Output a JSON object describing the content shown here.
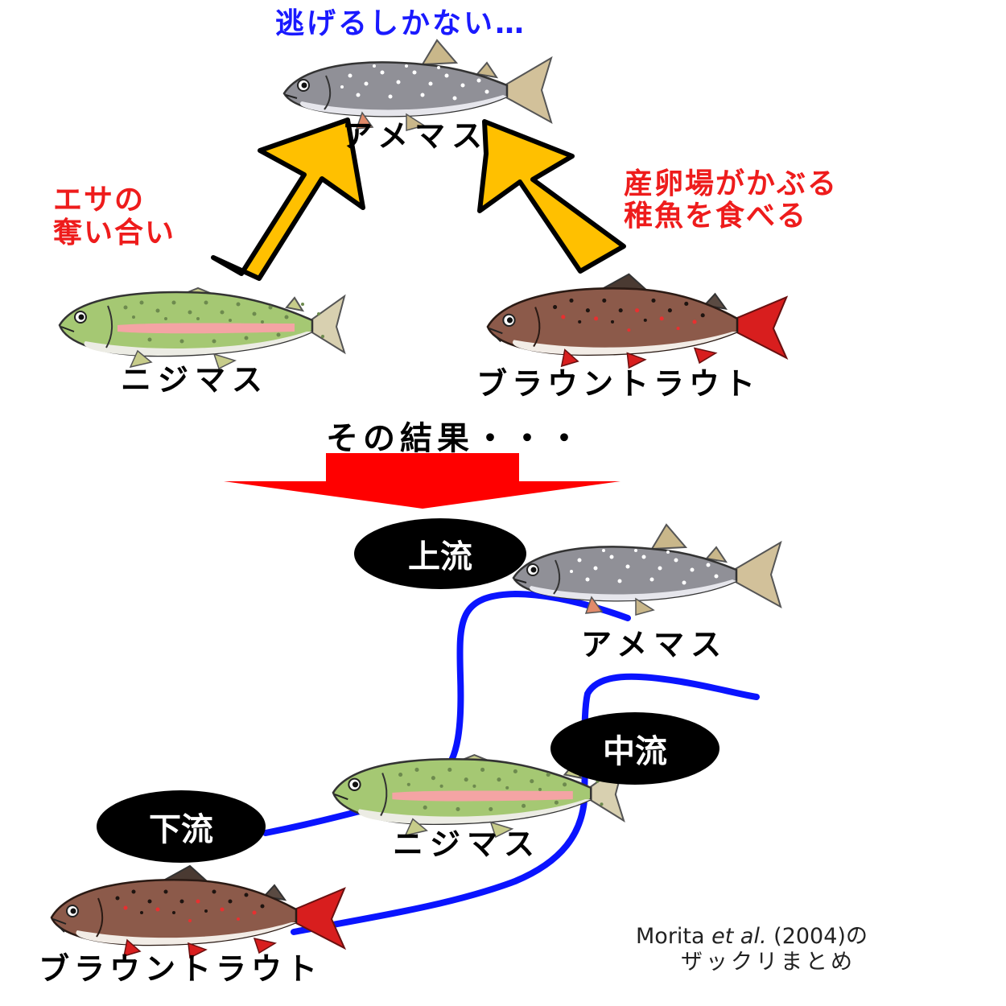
{
  "header": {
    "top_caption": "逃げるしかない…"
  },
  "top_diagram": {
    "top_fish_label": "アメマス",
    "left_reason": [
      "エサの",
      "奪い合い"
    ],
    "right_reason": [
      "産卵場がかぶる",
      "稚魚を食べる"
    ],
    "left_fish_label": "ニジマス",
    "right_fish_label": "ブラウントラウト"
  },
  "result": {
    "caption": "その結果・・・"
  },
  "river_diagram": {
    "upstream_label": "上流",
    "midstream_label": "中流",
    "downstream_label": "下流",
    "upstream_fish_label": "アメマス",
    "midstream_fish_label": "ニジマス",
    "downstream_fish_label": "ブラウントラウト"
  },
  "citation": {
    "author": "Morita",
    "etal": "et al.",
    "year": "(2004)の",
    "line2": "ザックリまとめ"
  },
  "colors": {
    "arrow_yellow": "#ffc000",
    "arrow_red": "#ff0000",
    "river_blue": "#0a14ff",
    "title_blue": "#1a1aff",
    "reason_red": "#ee1c1c",
    "ame_body": "#8f8f95",
    "niji_body": "#a3c771",
    "niji_stripe": "#f0a0a0",
    "brown_body": "#8c5a4a",
    "brown_fin": "#d81e1e"
  },
  "icons": [
    "amemasu-fish-icon",
    "nijimasu-fish-icon",
    "brown-trout-fish-icon",
    "yellow-arrow-icon",
    "red-down-arrow-icon"
  ]
}
